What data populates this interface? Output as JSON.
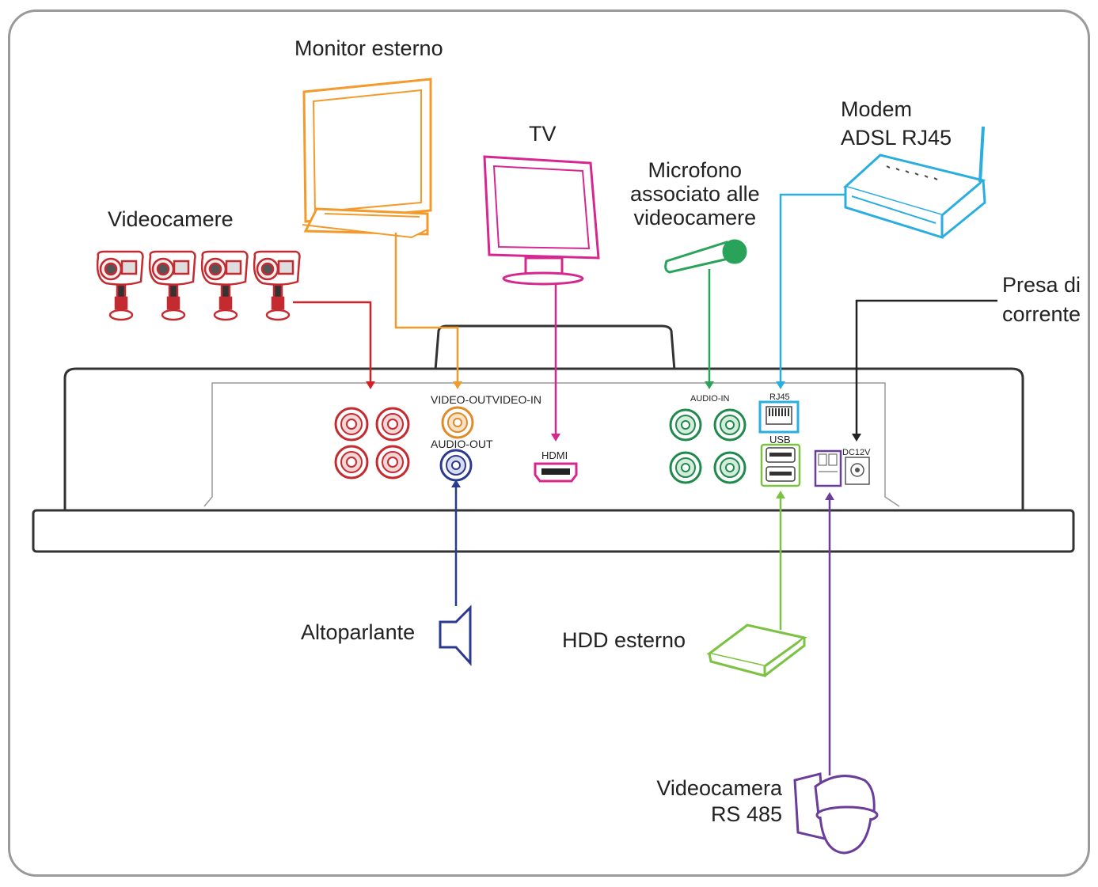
{
  "labels": {
    "monitor": "Monitor esterno",
    "tv": "TV",
    "videocamere": "Videocamere",
    "microfono": [
      "Microfono",
      "associato alle",
      "videocamere"
    ],
    "modem": [
      "Modem",
      "ADSL RJ45"
    ],
    "presa": [
      "Presa di",
      "corrente"
    ],
    "altoparlante": "Altoparlante",
    "hdd": "HDD esterno",
    "rs485": [
      "Videocamera",
      "RS 485"
    ]
  },
  "ports": {
    "video_out_in": "VIDEO-OUTVIDEO-IN",
    "audio_out": "AUDIO-OUT",
    "hdmi": "HDMI",
    "audio_in": "AUDIO-IN",
    "rj45": "RJ45",
    "usb": "USB",
    "dc12v": "DC12V"
  },
  "colors": {
    "cameras": "#d32027",
    "monitor": "#f39a2b",
    "tv": "#d6278f",
    "microphone": "#2aa35a",
    "modem": "#2aaee0",
    "power": "#222222",
    "speaker": "#2b3a8f",
    "hdd": "#7cc242",
    "rs485": "#6a3d9a"
  }
}
